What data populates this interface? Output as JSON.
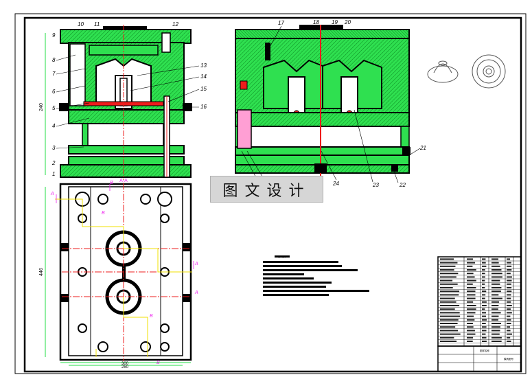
{
  "drawing": {
    "title_block_center": "图样名称",
    "title_block_code": "模具图号",
    "note_heading": "技术要求",
    "section_label": "A-A"
  },
  "watermark": {
    "text": "图文设计"
  },
  "part_labels_left": [
    "9",
    "10",
    "11",
    "12",
    "8",
    "7",
    "13",
    "14",
    "6",
    "15",
    "5",
    "16",
    "4",
    "3",
    "2",
    "1"
  ],
  "part_labels_right": [
    "17",
    "18",
    "19",
    "20",
    "21",
    "24",
    "22",
    "23"
  ],
  "dimensions": {
    "height_left": "240",
    "plan_height": "446",
    "plan_width_outer": "300",
    "plan_width_inner": "250"
  },
  "section_markers": [
    "A",
    "A",
    "A",
    "B",
    "B",
    "B",
    "B"
  ],
  "colors": {
    "green": "#22dd44",
    "red": "#ee1c1c",
    "magenta": "#ee22ee",
    "yellow": "#f0e000",
    "black": "#000000"
  }
}
